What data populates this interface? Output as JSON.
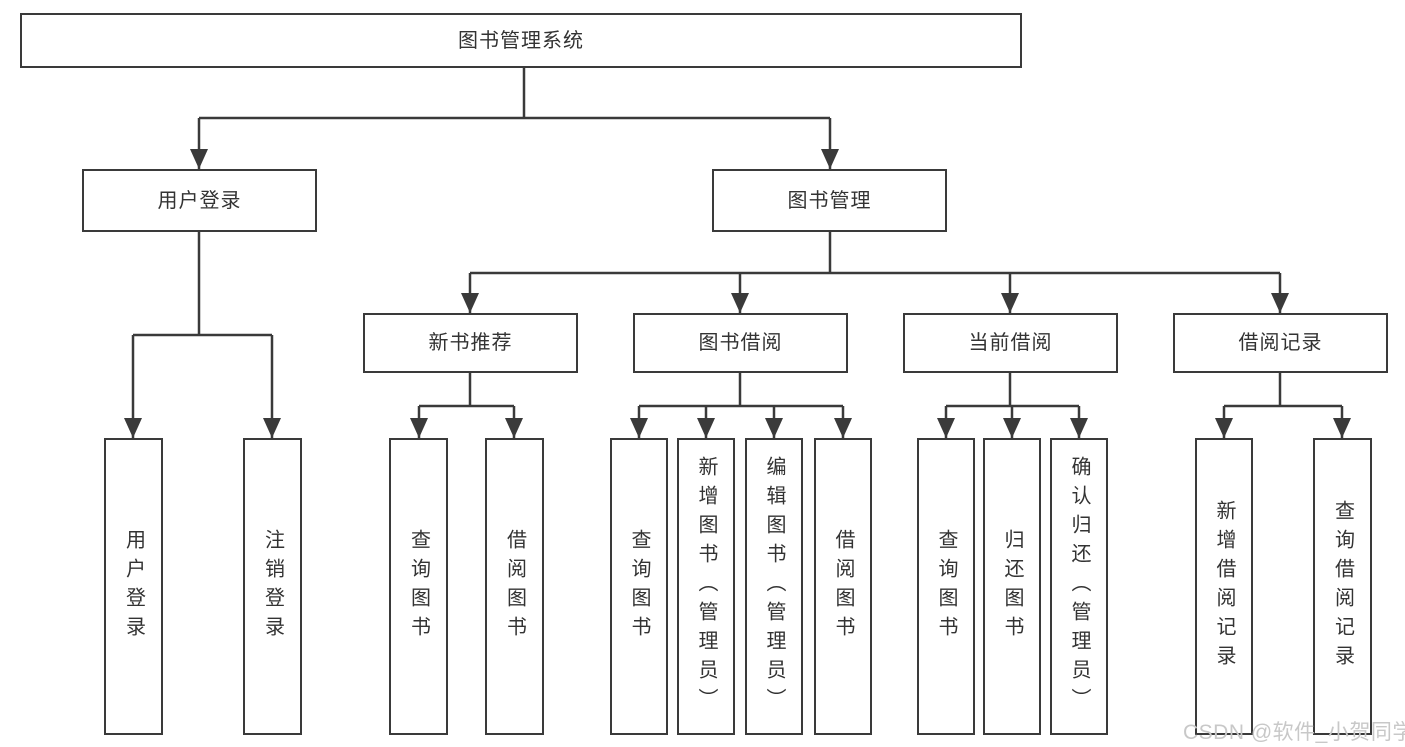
{
  "colors": {
    "line-color": "#3a3a3a",
    "text-color": "#333333",
    "box-bg": "#ffffff",
    "watermark-color": "#c8c8c8"
  },
  "watermark": {
    "text": "CSDN @软件_小贺同学"
  },
  "tree": {
    "label": "图书管理系统",
    "children": [
      {
        "label": "用户登录",
        "children": [
          {
            "label": "用户登录"
          },
          {
            "label": "注销登录"
          }
        ]
      },
      {
        "label": "图书管理",
        "children": [
          {
            "label": "新书推荐",
            "children": [
              {
                "label": "查询图书"
              },
              {
                "label": "借阅图书"
              }
            ]
          },
          {
            "label": "图书借阅",
            "children": [
              {
                "label": "查询图书"
              },
              {
                "label": "新增图书（管理员）"
              },
              {
                "label": "编辑图书（管理员）"
              },
              {
                "label": "借阅图书"
              }
            ]
          },
          {
            "label": "当前借阅",
            "children": [
              {
                "label": "查询图书"
              },
              {
                "label": "归还图书"
              },
              {
                "label": "确认归还（管理员）"
              }
            ]
          },
          {
            "label": "借阅记录",
            "children": [
              {
                "label": "新增借阅记录"
              },
              {
                "label": "查询借阅记录"
              }
            ]
          }
        ]
      }
    ]
  }
}
